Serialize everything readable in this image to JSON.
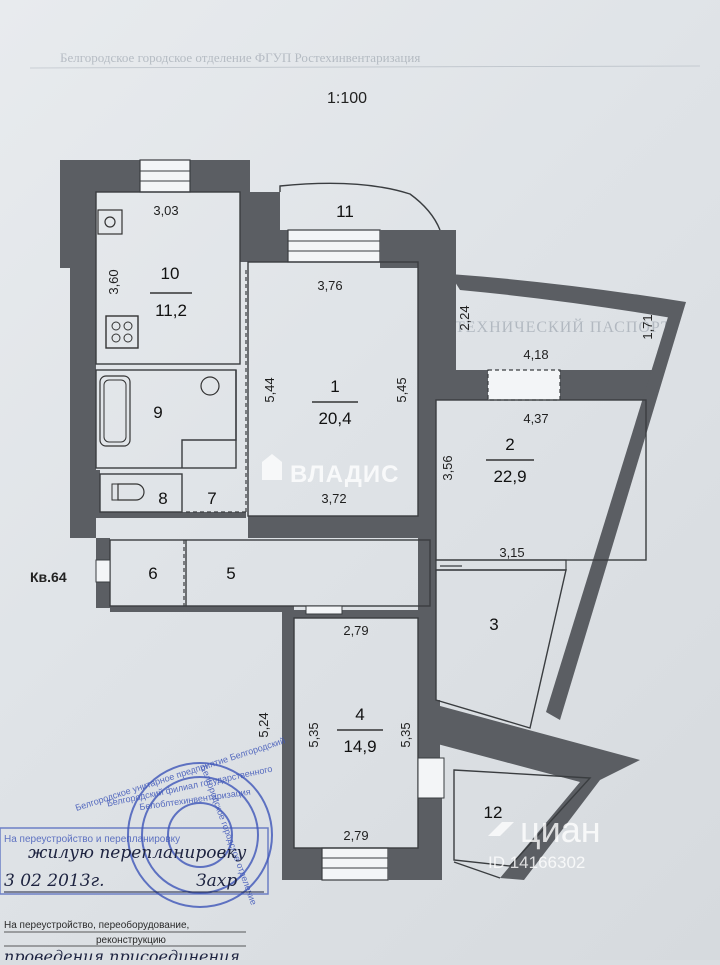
{
  "plan": {
    "scale": "1:100",
    "apartment_label": "Кв.64",
    "header_faint": "Белгородское городское отделение ФГУП Ростехинвентаризация",
    "faint_section_title": "ТЕХНИЧЕСКИЙ ПАСПОРТ",
    "rooms": {
      "r1": {
        "number": "1",
        "area": "20,4"
      },
      "r2": {
        "number": "2",
        "area": "22,9"
      },
      "r3": {
        "number": "3"
      },
      "r4": {
        "number": "4",
        "area": "14,9"
      },
      "r5": {
        "number": "5"
      },
      "r6": {
        "number": "6"
      },
      "r7": {
        "number": "7"
      },
      "r8": {
        "number": "8"
      },
      "r9": {
        "number": "9"
      },
      "r10": {
        "number": "10",
        "area": "11,2"
      },
      "r11": {
        "number": "11"
      },
      "r12": {
        "number": "12"
      }
    },
    "dims": {
      "d_303": "3,03",
      "d_360": "3,60",
      "d_376": "3,76",
      "d_544": "5,44",
      "d_545": "5,45",
      "d_224": "2,24",
      "d_418": "4,18",
      "d_437": "4,37",
      "d_171": "1,71",
      "d_356": "3,56",
      "d_372": "3,72",
      "d_315": "3,15",
      "d_279_top": "2,79",
      "d_279_bottom": "2,79",
      "d_524": "5,24",
      "d_535_left": "5,35",
      "d_535_right": "5,35"
    }
  },
  "stamp": {
    "line1": "Белгородское унитарное предприятие Белгородский",
    "line2": "Белгородский филиал государственного",
    "line3": "Белоблтехинвентаризация",
    "center": "Белгородское городское отделение"
  },
  "handwriting": {
    "line1": "жилую перепланировку",
    "line2": "3  02 2013г.",
    "signature": "Захр"
  },
  "bottom_block": {
    "box_line_top": "На переустройство и перепланировку",
    "line1": "На переустройство, переоборудование,",
    "line2": "реконструкцию",
    "line3": "проведения присоединения"
  },
  "watermarks": {
    "vladis": "ВЛАДИС",
    "cian": "циан",
    "cian_id": "ID 14166302"
  }
}
